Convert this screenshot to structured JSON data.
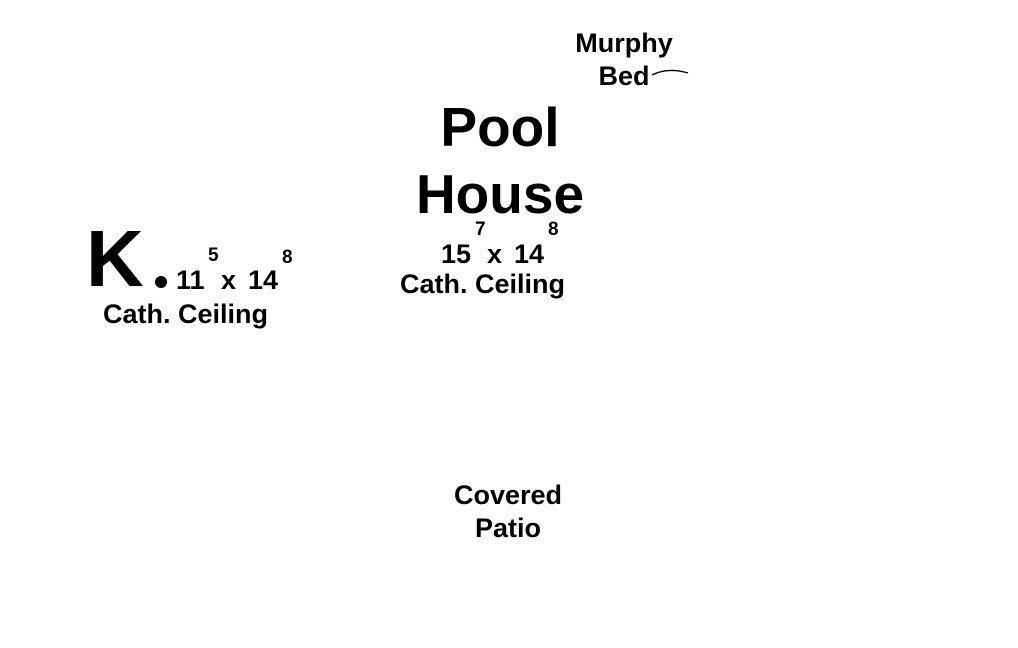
{
  "murphy_bed": {
    "line1": "Murphy",
    "line2": "Bed"
  },
  "pool_house": {
    "name_line1": "Pool",
    "name_line2": "House",
    "width_ft": "15",
    "width_in": "7",
    "separator": "x",
    "depth_ft": "14",
    "depth_in": "8",
    "ceiling": "Cath. Ceiling"
  },
  "kitchen": {
    "letter": "K",
    "width_ft": "11",
    "width_in": "5",
    "separator": "x",
    "depth_ft": "14",
    "depth_in": "8",
    "ceiling": "Cath. Ceiling"
  },
  "covered_patio": {
    "line1": "Covered",
    "line2": "Patio"
  }
}
